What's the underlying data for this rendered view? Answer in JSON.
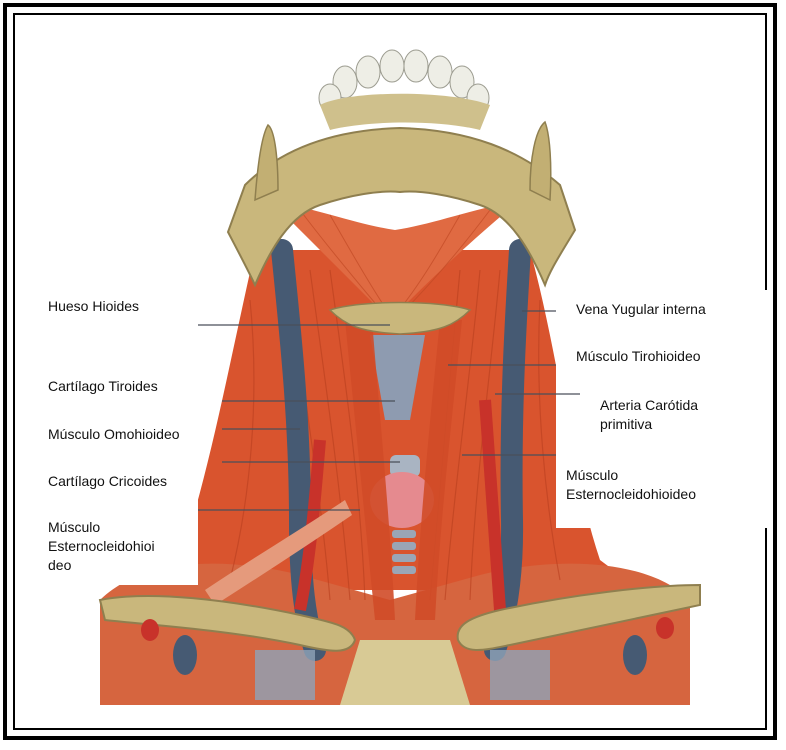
{
  "colors": {
    "frame": "#000000",
    "bone": "#c9b77c",
    "muscle": "#d9542e",
    "vein": "#465a73",
    "artery": "#c8322a",
    "cartilage": "#a9b4c2",
    "thyroid": "#e58a8f"
  },
  "labels": {
    "left": [
      {
        "text": "Hueso Hioides"
      },
      {
        "text": "Cartílago Tiroides"
      },
      {
        "text": "Músculo Omohioideo"
      },
      {
        "text": "Cartílago Cricoides"
      },
      {
        "text": "Músculo Esternocleidohioi deo"
      }
    ],
    "right": [
      {
        "text": "Vena Yugular interna"
      },
      {
        "text": "Músculo Tirohioideo"
      },
      {
        "text": "Arteria Carótida primitiva"
      },
      {
        "text": "Músculo Esternocleidohioideo"
      }
    ]
  }
}
